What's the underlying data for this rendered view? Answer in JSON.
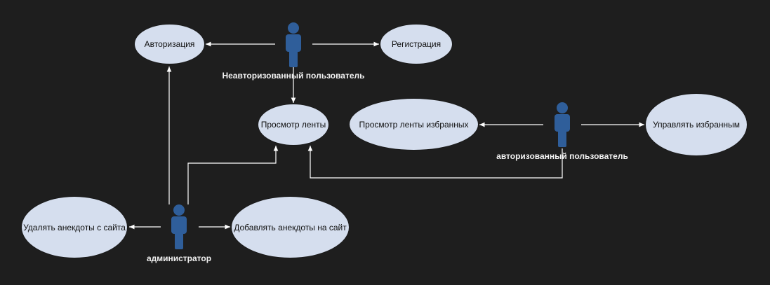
{
  "theme": {
    "background": "#1e1e1e",
    "usecase_fill": "#d5deee",
    "actor_fill": "#2f5e9a",
    "line_color": "#ffffff",
    "label_color": "#f2f2f2"
  },
  "use_cases": {
    "authorization": "Авторизация",
    "registration": "Регистрация",
    "view_feed": "Просмотр ленты",
    "view_favorites_feed": "Просмотр ленты избранных",
    "manage_favorites": "Управлять избранным",
    "delete_jokes": "Удалять анекдоты с сайта",
    "add_jokes": "Добавлять анекдоты на сайт"
  },
  "actors": {
    "unauthorized": {
      "label": "Неавторизованный пользователь",
      "icon": "user-icon"
    },
    "authorized": {
      "label": "авторизованный пользователь",
      "icon": "user-icon"
    },
    "admin": {
      "label": "администратор",
      "icon": "user-icon"
    }
  }
}
